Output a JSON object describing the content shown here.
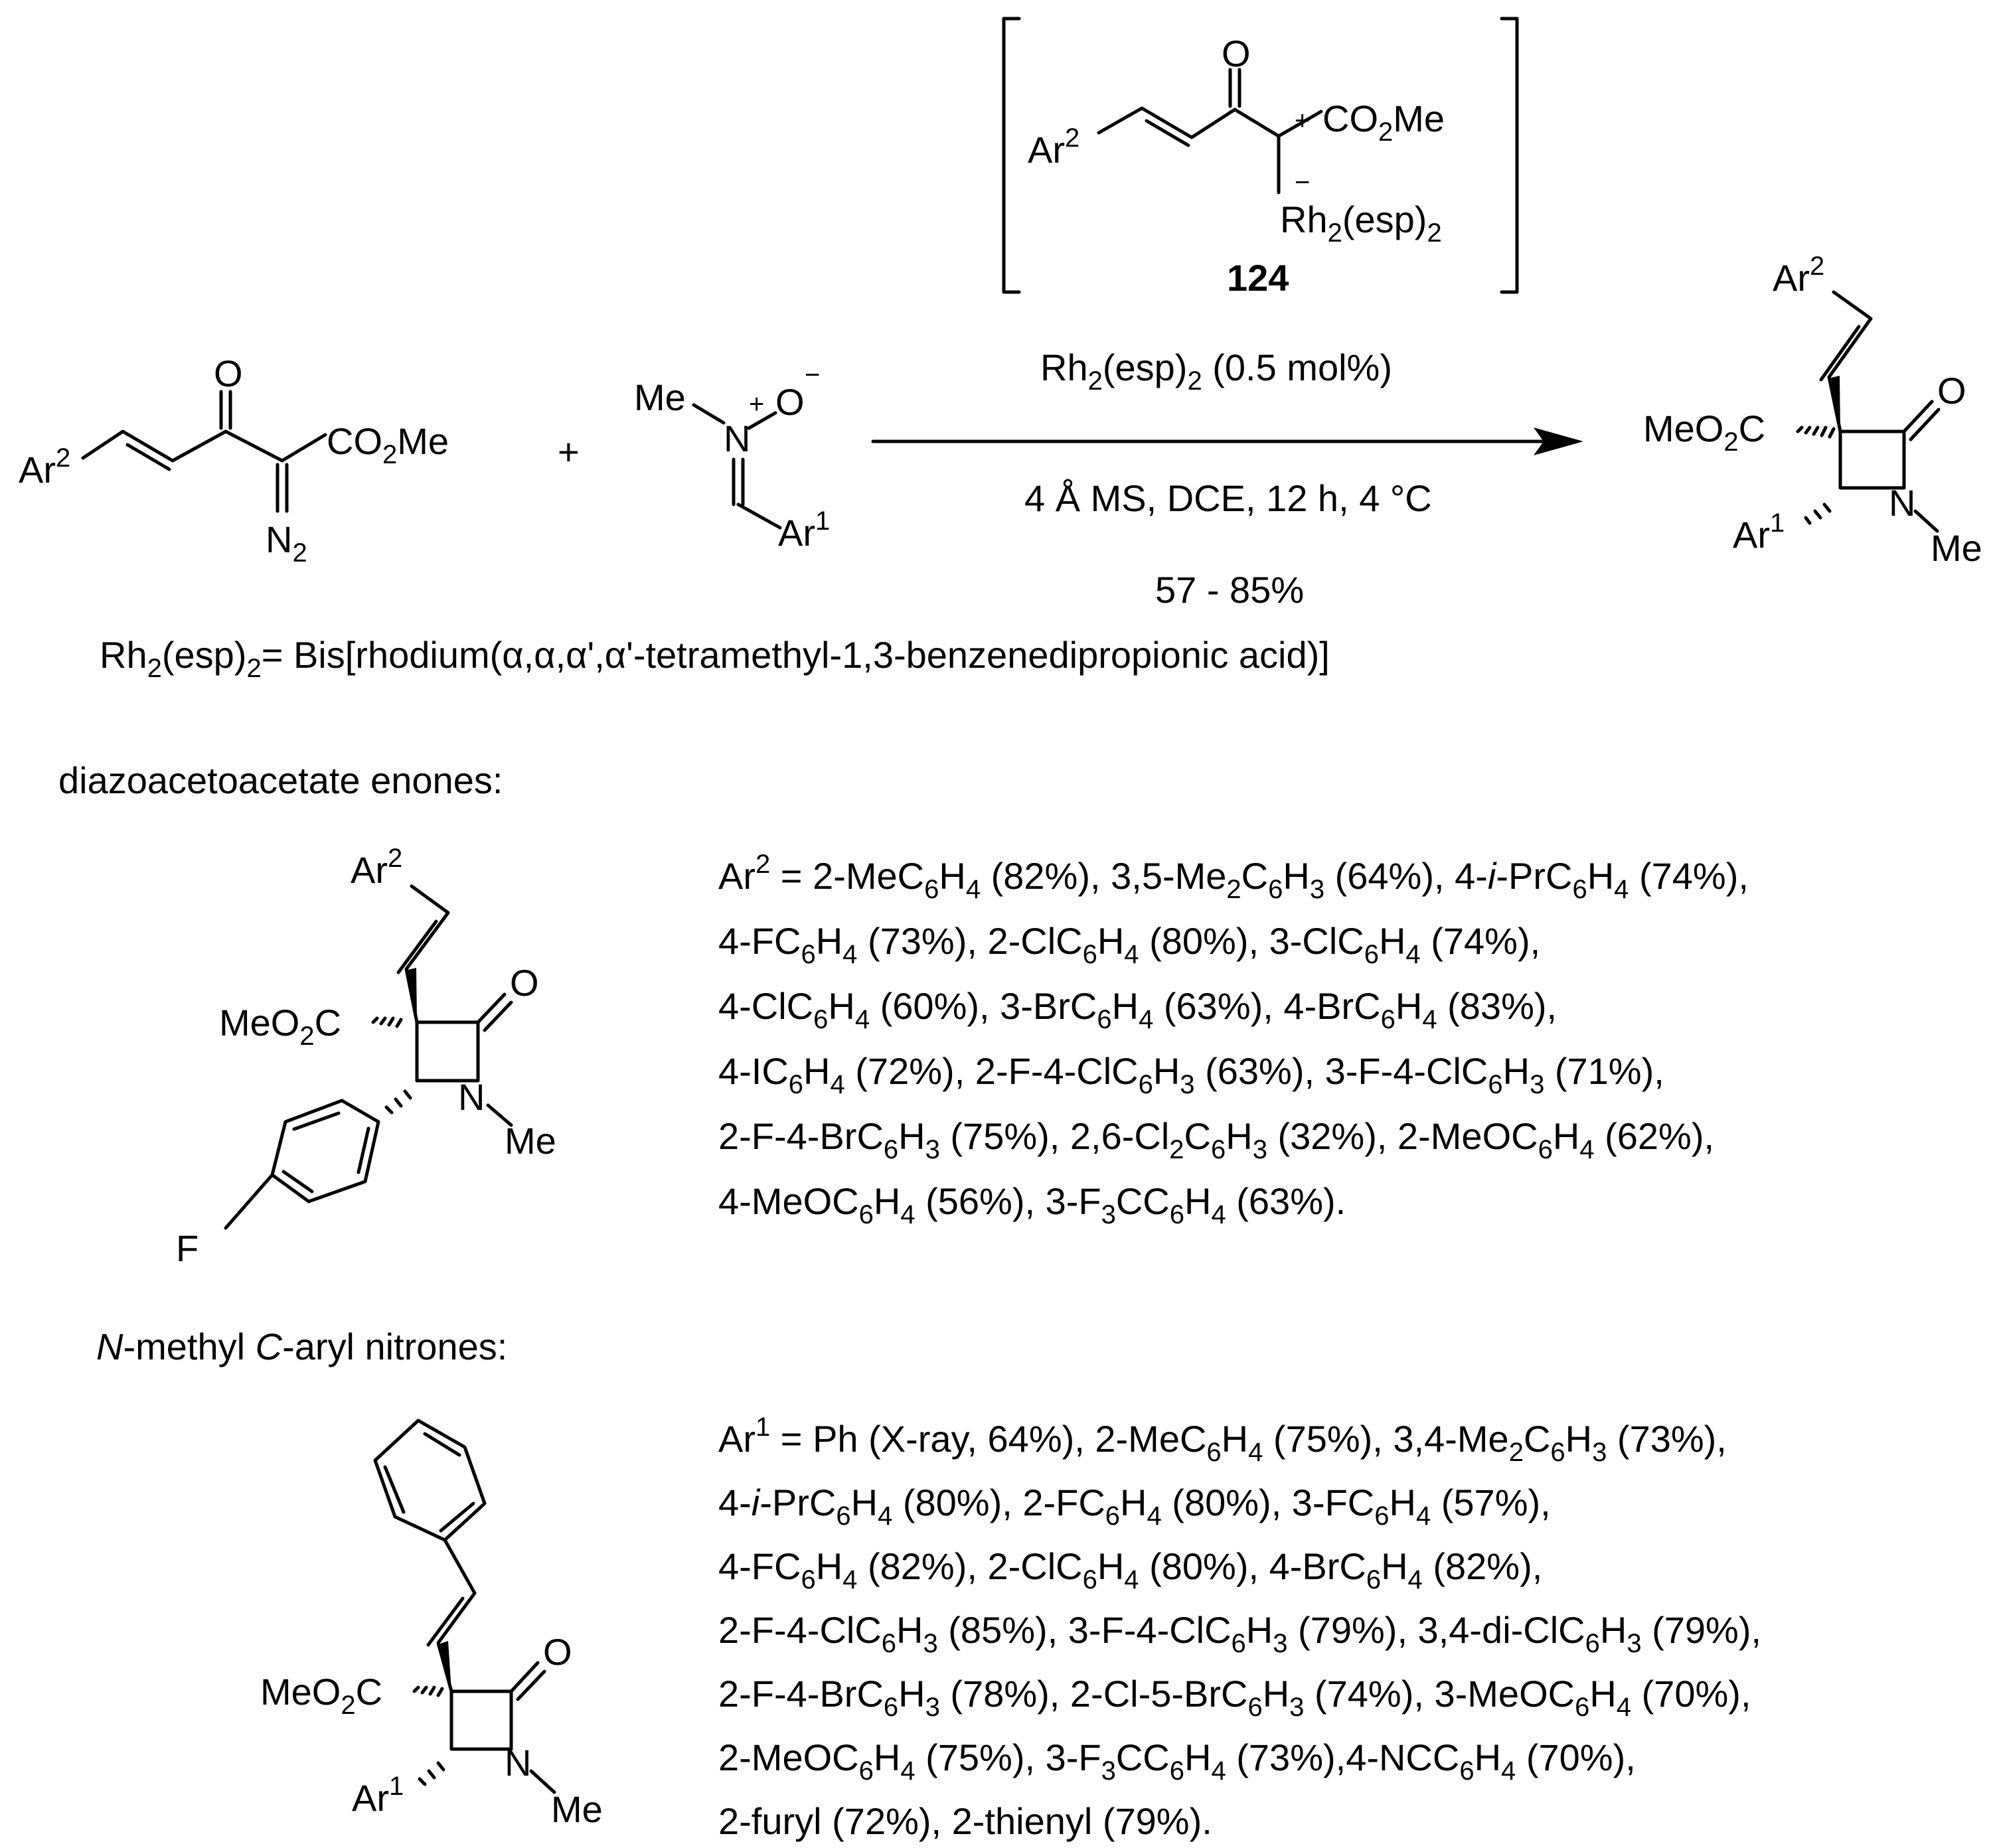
{
  "reaction": {
    "intermediate_label": "124",
    "conditions_1": "Rh2(esp)2 (0.5 mol%)",
    "conditions_2": "4 Å MS, DCE, 12 h,  4 °C",
    "yield_range": "57 - 85%",
    "plus": "+",
    "catalyst_definition": "Rh2(esp)2= Bis[rhodium(α,α,α',α'-tetramethyl-1,3-benzenedipropionic acid)]"
  },
  "atoms": {
    "ar2": "Ar2",
    "ar1": "Ar1",
    "o": "O",
    "n": "N",
    "me": "Me",
    "co2me": "CO2Me",
    "meo2c": "MeO2C",
    "n2": "N2",
    "f": "F",
    "rh": "Rh2(esp)2",
    "plus_charge": "+",
    "minus_charge": "−"
  },
  "sections": {
    "enones_heading": "diazoacetoacetate enones:",
    "nitrones_heading": "N-methyl C-aryl nitrones:"
  },
  "ar2_scope": [
    "Ar2 = 2-MeC6H4 (82%), 3,5-Me2C6H3 (64%), 4-i-PrC6H4 (74%),",
    "4-FC6H4 (73%), 2-ClC6H4 (80%), 3-ClC6H4 (74%),",
    "4-ClC6H4 (60%), 3-BrC6H4 (63%), 4-BrC6H4 (83%),",
    "4-IC6H4 (72%), 2-F-4-ClC6H3 (63%), 3-F-4-ClC6H3 (71%),",
    "2-F-4-BrC6H3 (75%), 2,6-Cl2C6H3 (32%), 2-MeOC6H4 (62%),",
    "4-MeOC6H4 (56%), 3-F3CC6H4 (63%)."
  ],
  "ar1_scope": [
    "Ar1 = Ph (X-ray, 64%), 2-MeC6H4 (75%), 3,4-Me2C6H3 (73%),",
    "4-i-PrC6H4 (80%), 2-FC6H4 (80%), 3-FC6H4 (57%),",
    "4-FC6H4 (82%), 2-ClC6H4 (80%), 4-BrC6H4 (82%),",
    "2-F-4-ClC6H3 (85%), 3-F-4-ClC6H3 (79%), 3,4-di-ClC6H3 (79%),",
    "2-F-4-BrC6H3 (78%), 2-Cl-5-BrC6H3 (74%), 3-MeOC6H4 (70%),",
    "2-MeOC6H4 (75%), 3-F3CC6H4 (73%),4-NCC6H4 (70%),",
    "2-furyl (72%), 2-thienyl (79%)."
  ]
}
